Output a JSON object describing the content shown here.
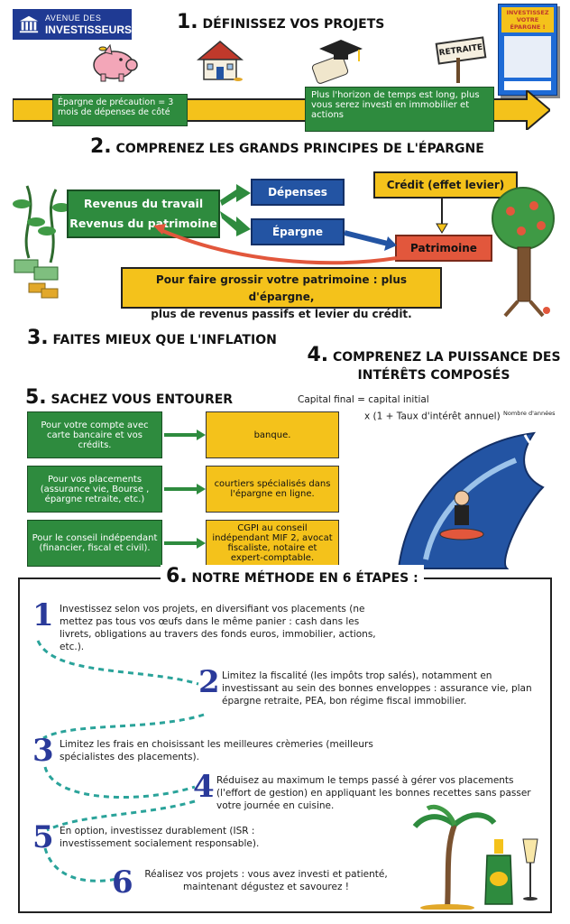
{
  "logo": {
    "line1": "AVENUE DES",
    "line2": "INVESTISSEURS"
  },
  "book": {
    "title_line1": "INVESTISSEZ",
    "title_line2": "VOTRE ÉPARGNE !"
  },
  "section1": {
    "num": "1.",
    "title": "DÉFINISSEZ VOS PROJETS",
    "retraite_sign": "RETRAITE",
    "box_left": "Épargne de précaution = 3 mois de dépenses de côté",
    "box_right": "Plus l'horizon de temps est long, plus vous serez investi en immobilier et actions"
  },
  "section2": {
    "num": "2.",
    "title": "COMPRENEZ LES GRANDS PRINCIPES DE L'ÉPARGNE",
    "revenus_line1": "Revenus du travail",
    "revenus_line2": "Revenus du patrimoine",
    "depenses": "Dépenses",
    "epargne": "Épargne",
    "credit": "Crédit (effet levier)",
    "patrimoine": "Patrimoine",
    "summary_line1": "Pour faire grossir votre patrimoine : plus d'épargne,",
    "summary_line2": "plus de revenus passifs et levier du crédit."
  },
  "section3": {
    "num": "3.",
    "title": "FAITES MIEUX QUE L'INFLATION"
  },
  "section4": {
    "num": "4.",
    "title_line1": "COMPRENEZ LA PUISSANCE DES",
    "title_line2": "INTÉRÊTS COMPOSÉS",
    "formula_line1": "Capital final = capital initial",
    "formula_line2": "x (1 + Taux d'intérêt annuel)",
    "exponent": "Nombre d'années"
  },
  "section5": {
    "num": "5.",
    "title": "SACHEZ VOUS ENTOURER",
    "rows": [
      {
        "left": "Pour votre compte avec carte bancaire et vos crédits.",
        "right": "banque."
      },
      {
        "left": "Pour vos placements (assurance vie, Bourse , épargne retraite, etc.)",
        "right": "courtiers spécialisés dans l'épargne en ligne."
      },
      {
        "left": "Pour le conseil indépendant (financier, fiscal et civil).",
        "right": "CGPI au conseil indépendant MIF 2, avocat fiscaliste, notaire et expert-comptable."
      }
    ]
  },
  "section6": {
    "num": "6.",
    "title": "NOTRE MÉTHODE EN 6 ÉTAPES :",
    "steps": [
      {
        "n": "1",
        "text": "Investissez selon vos projets, en diversifiant vos placements (ne mettez pas tous vos œufs dans le même panier : cash dans les livrets, obligations au travers des fonds euros, immobilier, actions, etc.)."
      },
      {
        "n": "2",
        "text": "Limitez la fiscalité (les impôts trop salés), notamment en investissant au sein des bonnes enveloppes : assurance vie, plan épargne retraite, PEA, bon régime fiscal immobilier."
      },
      {
        "n": "3",
        "text": "Limitez les frais en choisissant les meilleures crèmeries (meilleurs spécialistes des placements)."
      },
      {
        "n": "4",
        "text": "Réduisez au maximum le temps passé à gérer vos placements (l'effort de gestion) en appliquant les bonnes recettes sans passer votre journée en cuisine."
      },
      {
        "n": "5",
        "text": "En option, investissez durablement (ISR : investissement socialement responsable)."
      },
      {
        "n": "6",
        "text": "Réalisez vos projets : vous avez investi et patienté, maintenant dégustez et savourez !"
      }
    ]
  },
  "colors": {
    "yellow": "#f4c21b",
    "green": "#2e8b3e",
    "blue": "#2354a3",
    "red": "#e2573c",
    "navy": "#1f3a93"
  }
}
